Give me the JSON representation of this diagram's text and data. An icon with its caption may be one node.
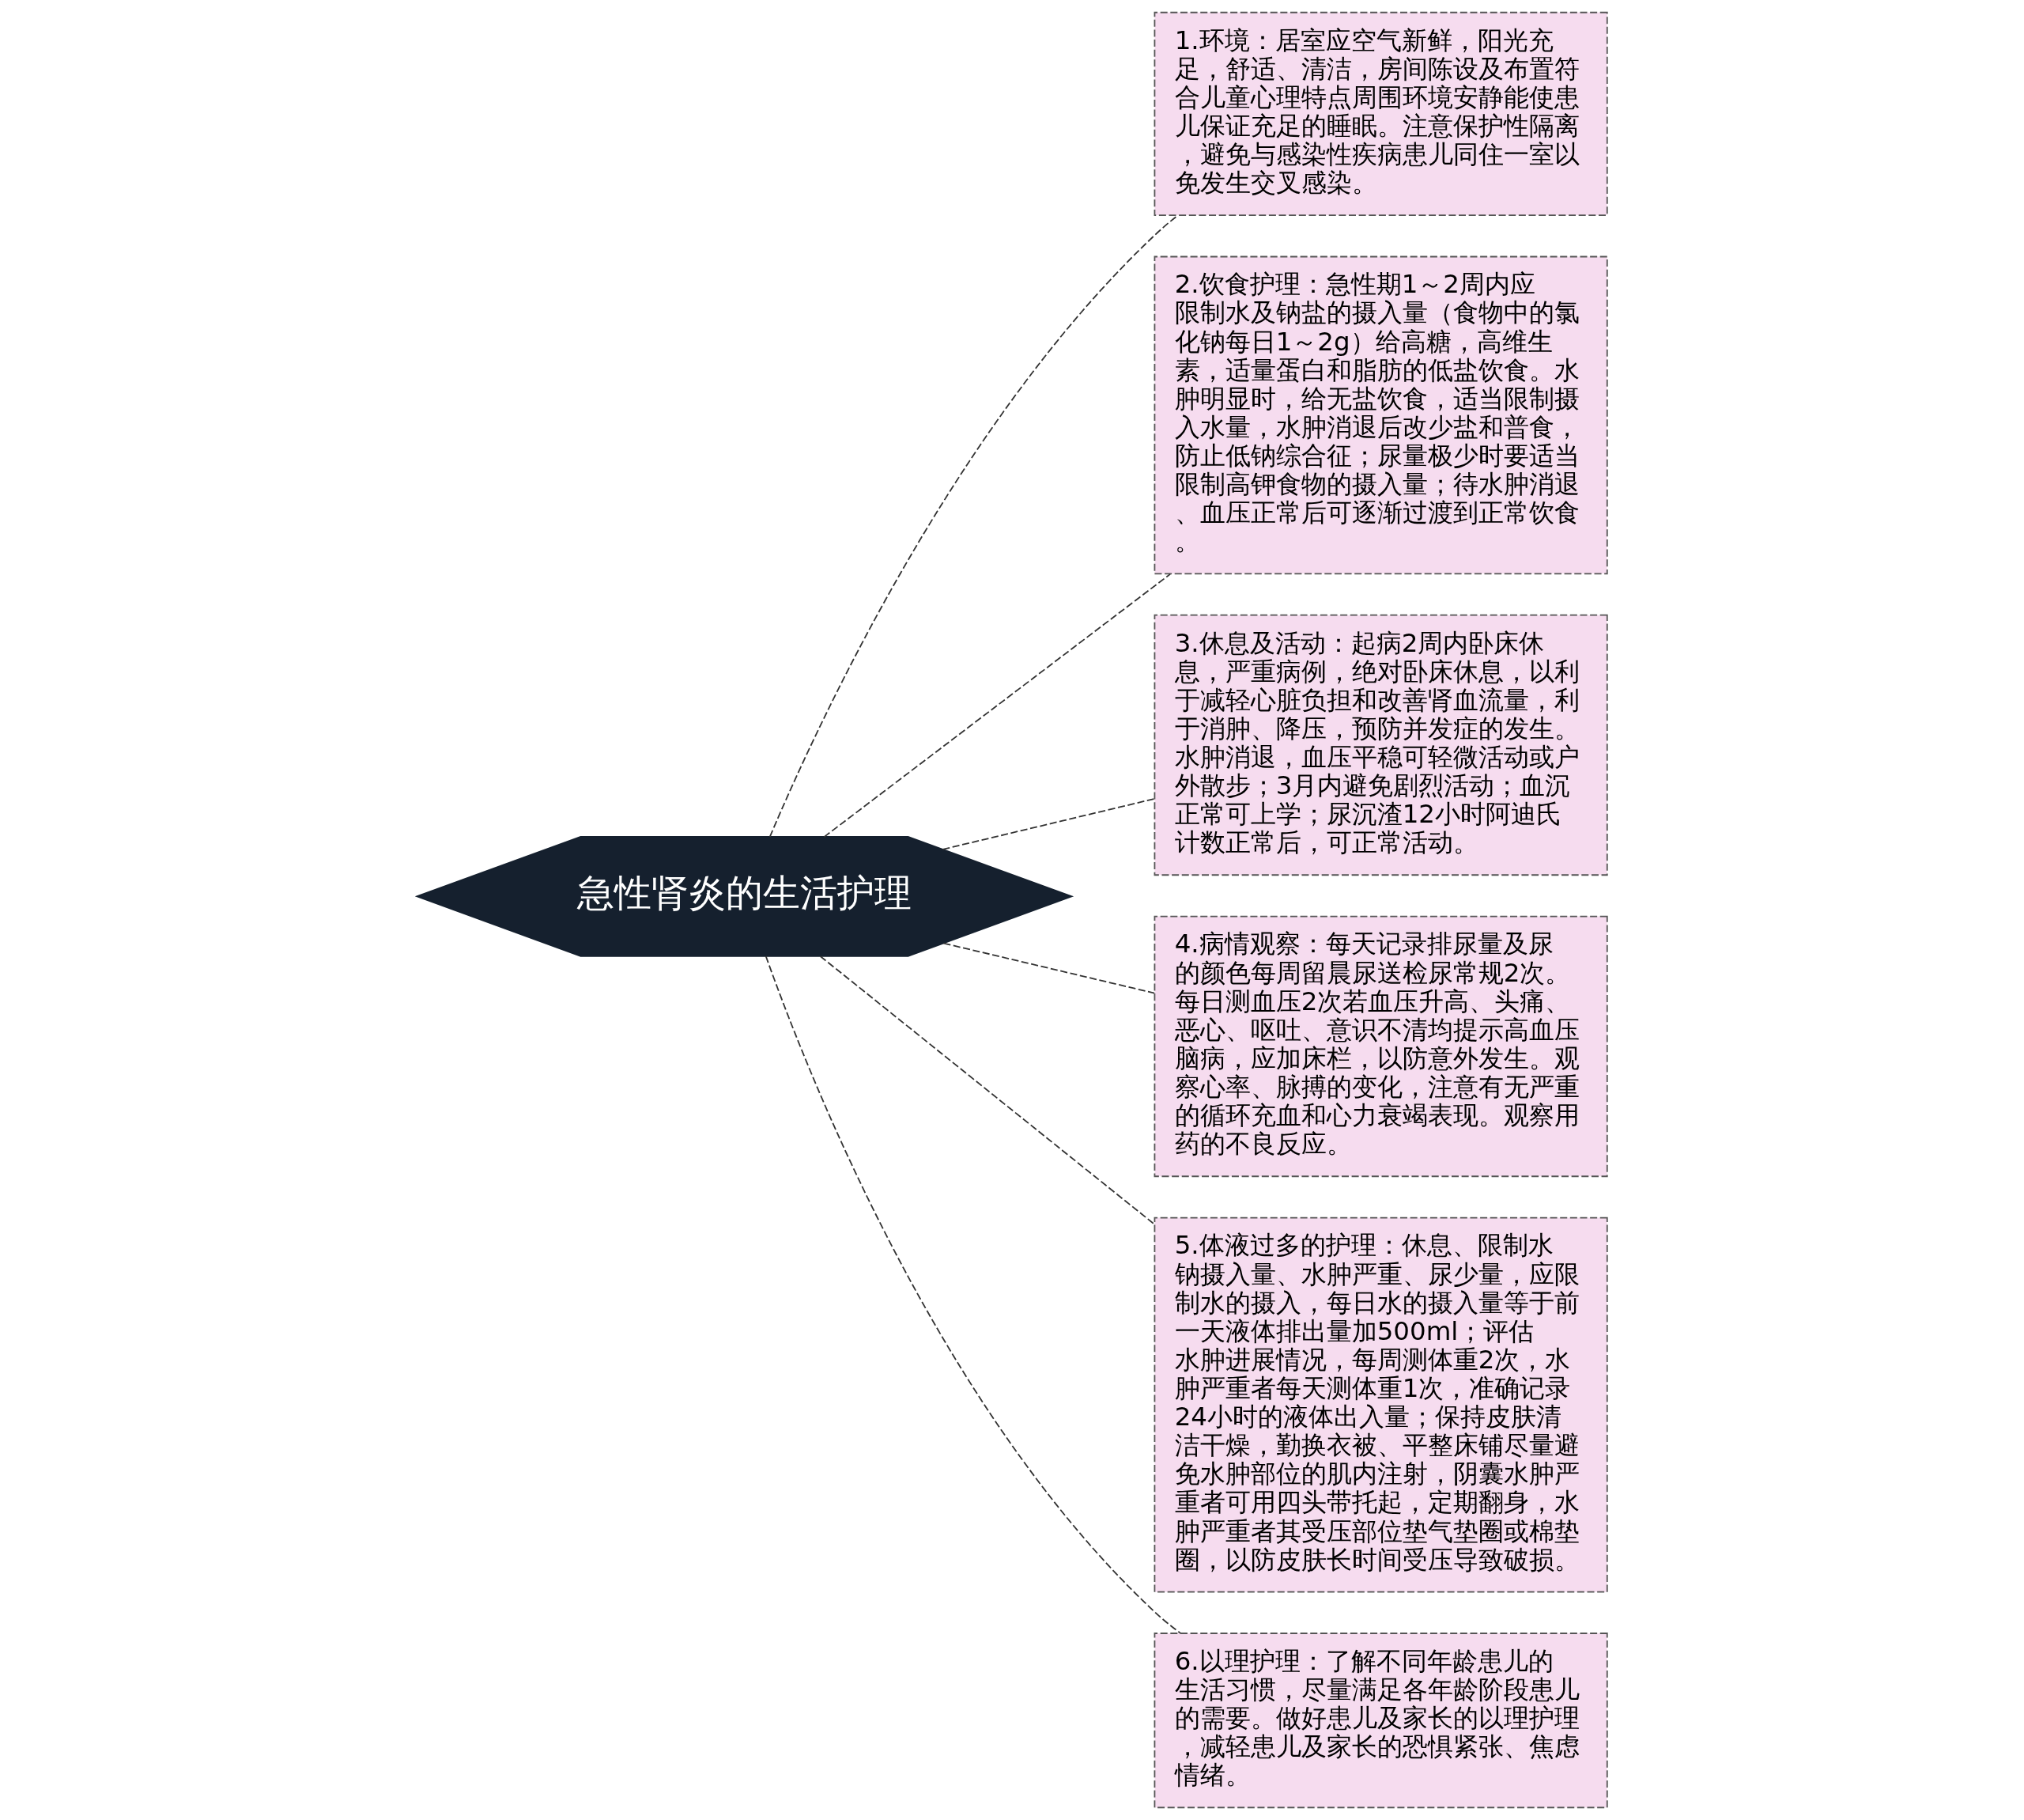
{
  "diagram": {
    "nodes": [
      {
        "text": [
          "急性肾炎的生活护理"
        ]
      },
      {
        "text": [
          "1.环境：居室应空气新鲜，阳光充足，舒适、清洁，房间陈设及布置符合儿童心理特点周围环境安静能使患儿保证充足的睡眠。注意保护性隔离，避免与感染性疾病患儿同住一室以免发生交叉感染。"
        ]
      },
      {
        "text": [
          "2.饮食护理：急性期1～2周内应限制水及钠盐的摄入量（食物中的氯化钠每日1～2g）给高糖，高维生素，适量蛋白和脂肪的低盐饮食。水肿明显时，给无盐饮食，适当限制摄入水量，水肿消退后改少盐和普食，防止低钠综合征；尿量极少时要适当限制高钾食物的摄入量；待水肿消退、血压正常后可逐渐过渡到正常饮食。"
        ]
      },
      {
        "text": [
          "3.休息及活动：起病2周内卧床休息，严重病例，绝对卧床休息，以利于减轻心脏负担和改善肾血流量，利于消肿、降压，预防并发症的发生。水肿消退，血压平稳可轻微活动或户外散步；3月内避免剧烈活动；血沉正常可上学；尿沉渣12小时阿迪氏计数正常后，可正常活动。"
        ]
      },
      {
        "text": [
          "4.病情观察：每天记录排尿量及尿的颜色每周留晨尿送检尿常规2次。每日测血压2次若血压升高、头痛、恶心、呕吐、意识不清均提示高血压脑病，应加床栏，以防意外发生。观察心率、脉搏的变化，注意有无严重的循环充血和心力衰竭表现。观察用药的不良反应。"
        ]
      },
      {
        "text": [
          "5.体液过多的护理：休息、限制水钠摄入量、水肿严重、尿少量，应限制水的摄入，每日水的摄入量等于前一天液体排出量加500ml；评估水肿进展情况，每周测体重2次，水肿严重者每天测体重1次，准确记录24小时的液体出入量；保持皮肤清洁干燥，勤换衣被、平整床铺尽量避免水肿部位的肌内注射，阴囊水肿严重者可用四头带托起，定期翻身，水肿严重者其受压部位垫气垫圈或棉垫圈，以防皮肤长时间受压导致破损。"
        ]
      },
      {
        "text": [
          "6.以理护理：了解不同年龄患儿的生活习惯，尽量满足各年龄阶段患儿的需要。做好患儿及家长的以理护理，减轻患儿及家长的恐惧紧张、焦虑情绪。"
        ]
      }
    ],
    "edges": [
      {
        "from": 0,
        "to": 1,
        "arrow": "none",
        "style": "dashed"
      },
      {
        "from": 0,
        "to": 2,
        "arrow": "none",
        "style": "dashed"
      },
      {
        "from": 0,
        "to": 3,
        "arrow": "none",
        "style": "dashed"
      },
      {
        "from": 0,
        "to": 4,
        "arrow": "none",
        "style": "dashed"
      },
      {
        "from": 0,
        "to": 5,
        "arrow": "none",
        "style": "dashed"
      },
      {
        "from": 0,
        "to": 6,
        "arrow": "none",
        "style": "dashed"
      }
    ]
  }
}
